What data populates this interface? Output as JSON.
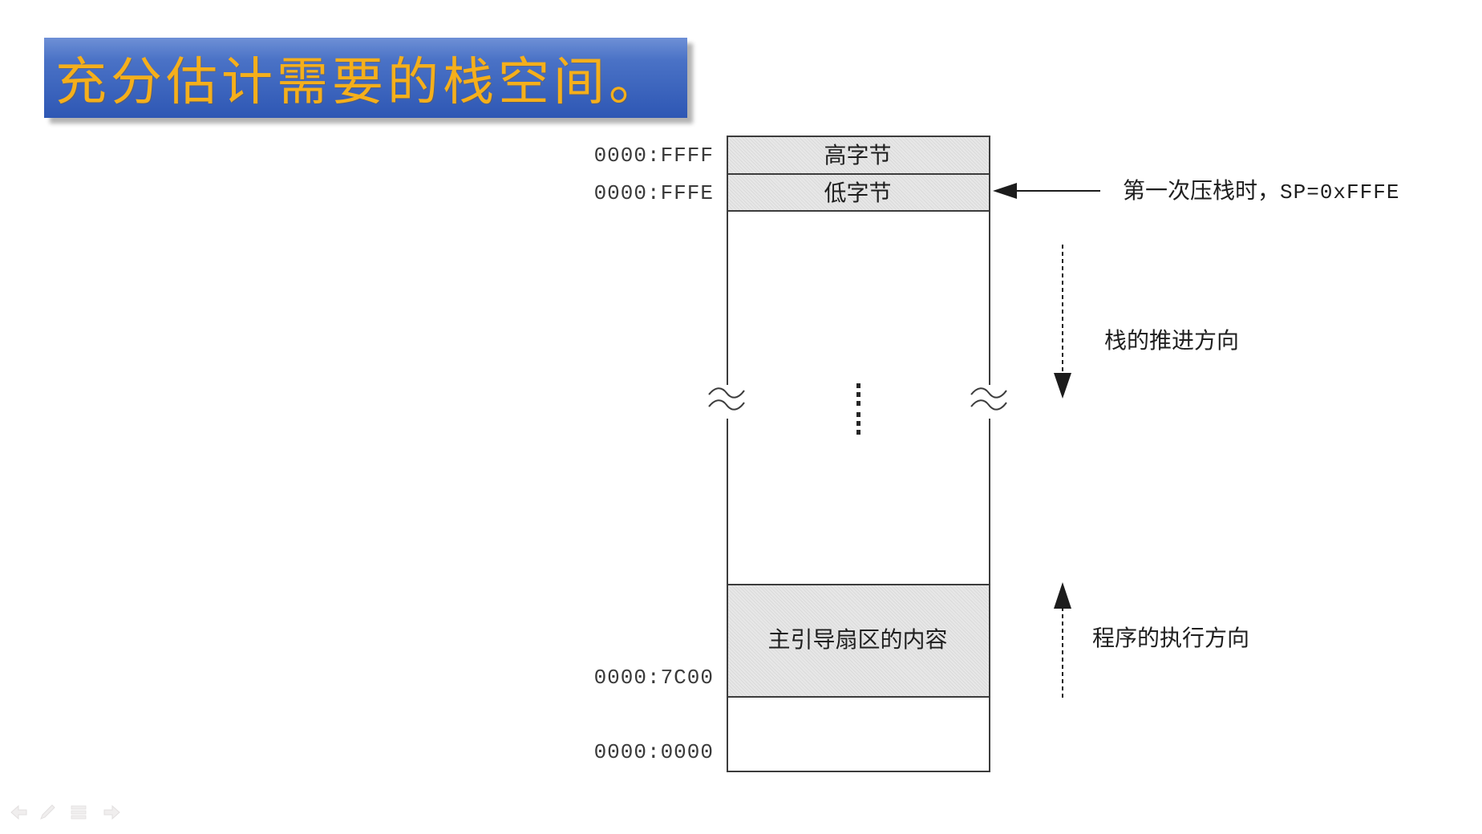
{
  "slide": {
    "title": "充分估计需要的栈空间。"
  },
  "theme": {
    "title-color": "#F5AF1B",
    "banner-blue": "#3a63bd",
    "line-color": "#3c3c3c",
    "cell-grey": "#e7e7e7",
    "arrow-black": "#1c1c1c"
  },
  "diagram": {
    "address_labels": [
      {
        "text": "0000:FFFF"
      },
      {
        "text": "0000:FFFE"
      },
      {
        "text": "0000:7C00"
      },
      {
        "text": "0000:0000"
      }
    ],
    "cells": {
      "high_byte": "高字节",
      "low_byte": "低字节",
      "boot_sector": "主引导扇区的内容"
    },
    "annotations": {
      "first_push_cn": "第一次压栈时，",
      "first_push_sp": "SP=0xFFFE",
      "stack_direction": "栈的推进方向",
      "program_direction": "程序的执行方向"
    }
  },
  "presenter_controls": {
    "icons": [
      {
        "name": "previous-slide-icon"
      },
      {
        "name": "pen-tool-icon"
      },
      {
        "name": "slide-menu-icon"
      },
      {
        "name": "next-slide-icon"
      }
    ]
  }
}
